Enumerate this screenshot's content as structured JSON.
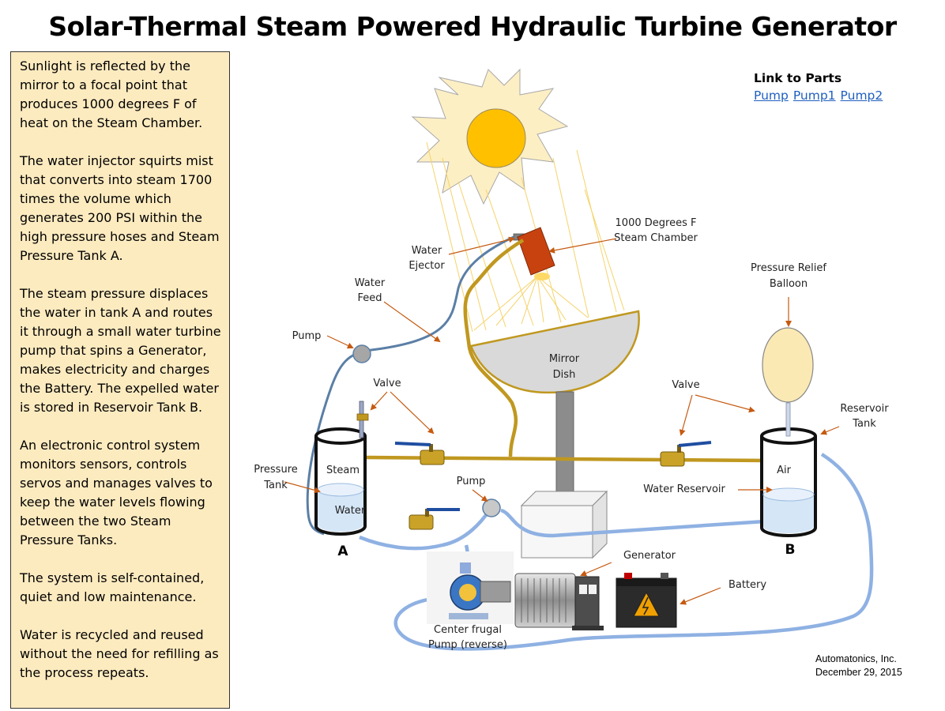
{
  "title": "Solar-Thermal Steam Powered Hydraulic Turbine Generator",
  "side_panel": [
    "Sunlight is reflected by the mirror to a focal point that produces 1000 degrees F  of heat on the Steam Chamber.",
    "The water injector squirts mist that converts into steam 1700 times the volume which generates 200 PSI within the high pressure hoses and Steam Pressure Tank A.",
    "The steam pressure displaces the water in tank A and routes it through a small water turbine pump that spins a Generator, makes electricity and charges the Battery. The expelled water is stored in Reservoir Tank B.",
    "An electronic control system monitors sensors, controls servos and manages valves to keep the water levels flowing between the two Steam Pressure Tanks.",
    "The system is self-contained, quiet and low maintenance.",
    "Water is recycled and reused without the need for refilling as the process repeats."
  ],
  "parts": {
    "heading": "Link to Parts",
    "links": [
      "Pump",
      "Pump1",
      "Pump2"
    ]
  },
  "labels": {
    "steam_chamber_1": "1000 Degrees F",
    "steam_chamber_2": "Steam Chamber",
    "water_ejector_1": "Water",
    "water_ejector_2": "Ejector",
    "water_feed_1": "Water",
    "water_feed_2": "Feed",
    "pump_top": "Pump",
    "pump_middle": "Pump",
    "valve_left": "Valve",
    "valve_right": "Valve",
    "mirror_1": "Mirror",
    "mirror_2": "Dish",
    "relief_1": "Pressure Relief",
    "relief_2": "Balloon",
    "reservoir_tank_1": "Reservoir",
    "reservoir_tank_2": "Tank",
    "pressure_tank_1": "Pressure",
    "pressure_tank_2": "Tank",
    "steam": "Steam",
    "water": "Water",
    "air": "Air",
    "water_reservoir": "Water Reservoir",
    "tank_a": "A",
    "tank_b": "B",
    "generator": "Generator",
    "battery": "Battery",
    "centrifugal_1": "Center frugal",
    "centrifugal_2": "Pump (reverse)"
  },
  "credits": {
    "company": "Automatonics, Inc.",
    "date": "December 29, 2015"
  },
  "colors": {
    "panel_bg": "#fdebc0",
    "steam_pipe": "#c09820",
    "water_hose": "#8fb1e3",
    "feed_hose": "#5b7fa6",
    "arrow": "#c55a11",
    "sun": "#ffc000",
    "balloon": "#fbe9b4",
    "chamber": "#c8420f"
  }
}
